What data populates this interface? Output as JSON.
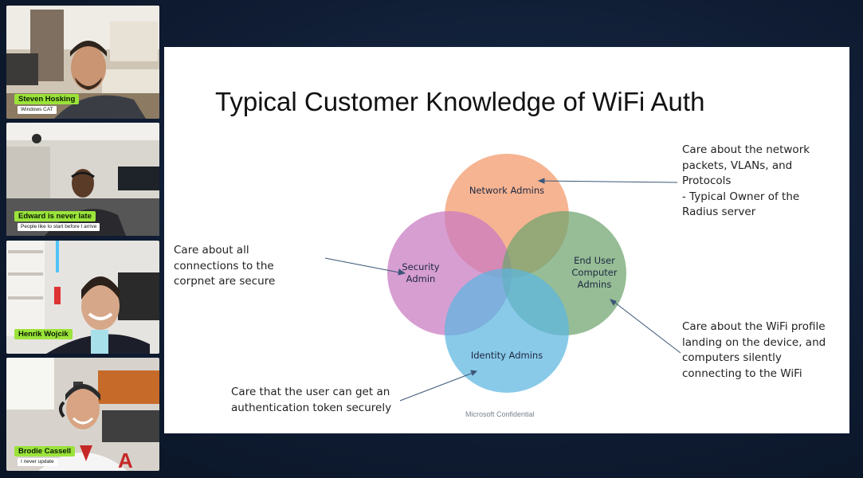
{
  "participants": [
    {
      "name": "Steven Hosking",
      "subtitle": "Windows CAT"
    },
    {
      "name": "Edward is never late",
      "subtitle": "People like to start before I arrive"
    },
    {
      "name": "Henrik Wojcik",
      "subtitle": ""
    },
    {
      "name": "Brodie Cassell",
      "subtitle": "I never update"
    }
  ],
  "slide": {
    "title": "Typical Customer Knowledge of WiFi Auth",
    "footer": "Microsoft Confidential",
    "circles": {
      "network": "Network Admins",
      "security": "Security\nAdmin",
      "enduser": "End User\nComputer\nAdmins",
      "identity": "Identity Admins"
    },
    "callouts": {
      "network": "Care about the network\npackets, VLANs, and\nProtocols\n- Typical Owner of the\nRadius server",
      "security": "Care about all\nconnections to the\ncorpnet are secure",
      "enduser": "Care about the WiFi profile\nlanding on the device, and\ncomputers silently\nconnecting to the WiFi",
      "identity": "Care that the user can get an\nauthentication token securely"
    }
  },
  "colors": {
    "network": "#f4a47a",
    "security": "#c879c0",
    "enduser": "#6ea36e",
    "identity": "#5cb6e0",
    "name_tag": "#9be33a"
  }
}
